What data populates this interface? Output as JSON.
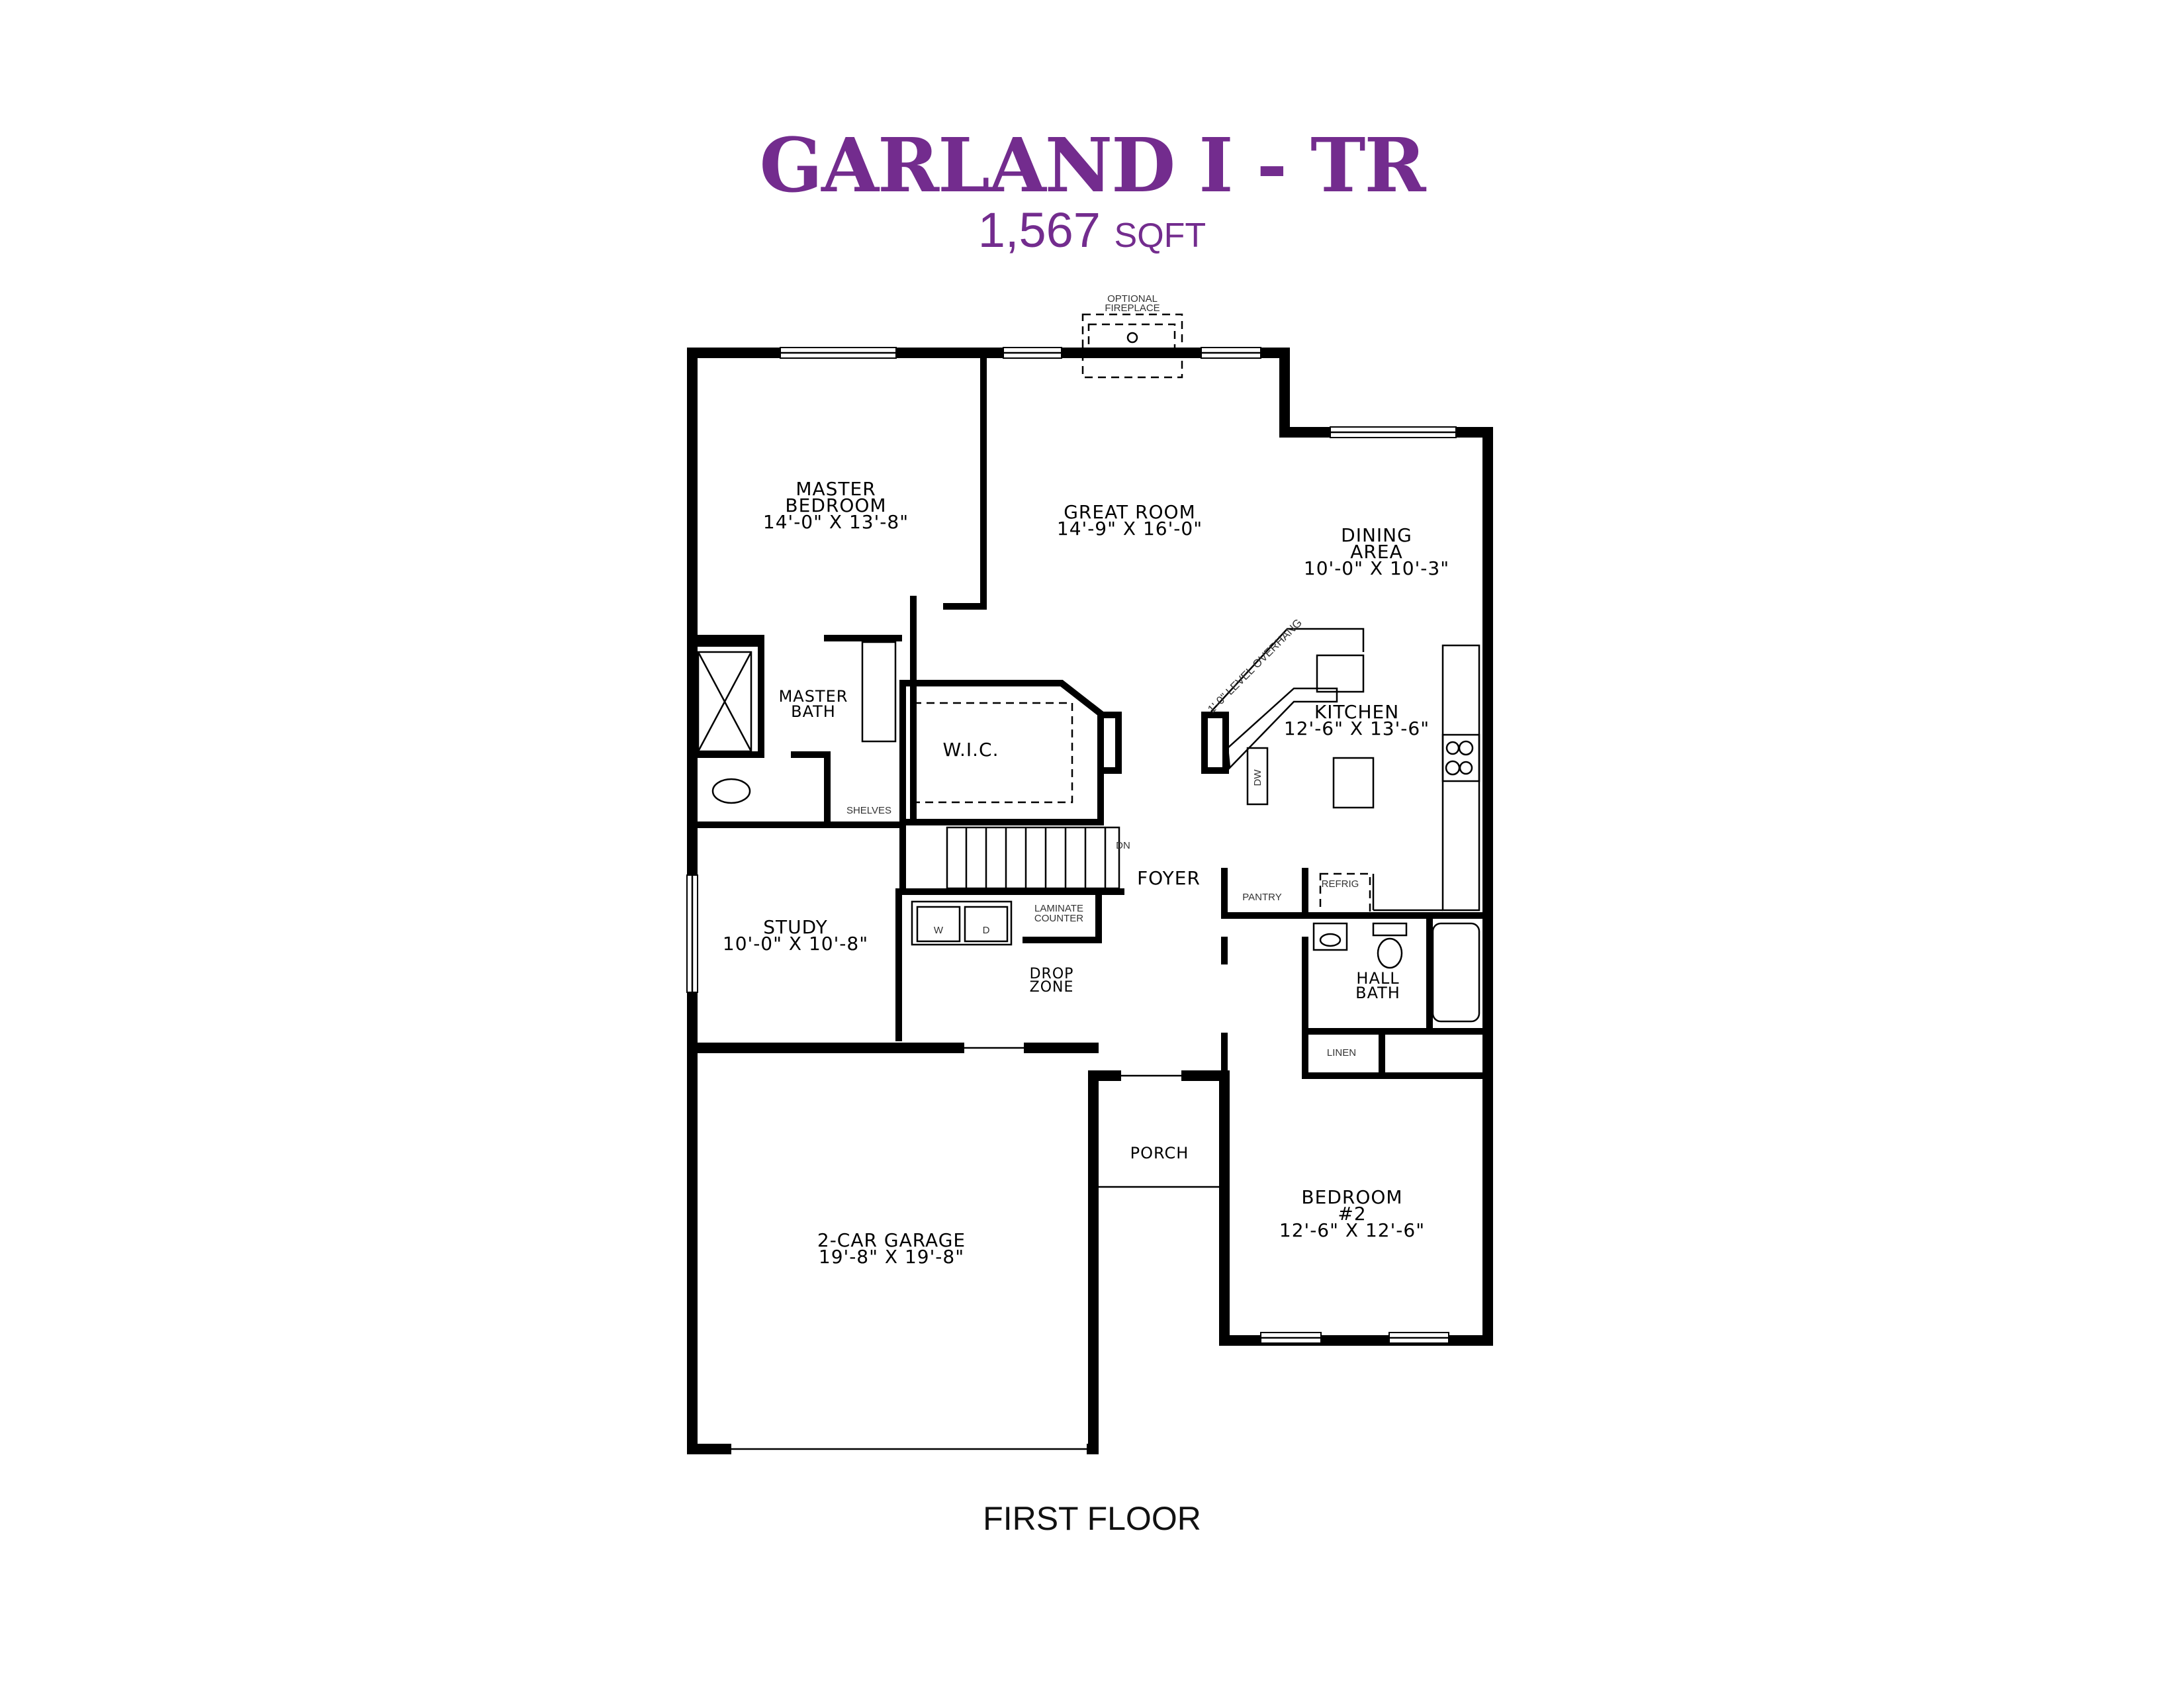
{
  "header": {
    "title": "GARLAND I - TR",
    "sqft_value": "1,567",
    "sqft_unit": "SQFT"
  },
  "footer": {
    "floor_label": "FIRST FLOOR"
  },
  "colors": {
    "title": "#732c8e",
    "walls": "#000000"
  },
  "rooms": {
    "master_bedroom": {
      "name1": "MASTER",
      "name2": "BEDROOM",
      "dims": "14'-0\" X 13'-8\""
    },
    "great_room": {
      "name": "GREAT ROOM",
      "dims": "14'-9\" X 16'-0\""
    },
    "dining": {
      "name1": "DINING",
      "name2": "AREA",
      "dims": "10'-0\" X 10'-3\""
    },
    "master_bath": {
      "name1": "MASTER",
      "name2": "BATH"
    },
    "wic": {
      "name": "W.I.C."
    },
    "kitchen": {
      "name": "KITCHEN",
      "dims": "12'-6\" X 13'-6\""
    },
    "foyer": {
      "name": "FOYER"
    },
    "study": {
      "name": "STUDY",
      "dims": "10'-0\" X 10'-8\""
    },
    "drop_zone": {
      "name1": "DROP",
      "name2": "ZONE"
    },
    "hall_bath": {
      "name1": "HALL",
      "name2": "BATH"
    },
    "porch": {
      "name": "PORCH"
    },
    "bedroom2": {
      "name1": "BEDROOM",
      "name2": "#2",
      "dims": "12'-6\" X 12'-6\""
    },
    "garage": {
      "name": "2-CAR GARAGE",
      "dims": "19'-8\" X 19'-8\""
    }
  },
  "fixtures": {
    "fireplace1": "OPTIONAL",
    "fireplace2": "FIREPLACE",
    "overhang": "1'-0\" LEVEL OVERHANG",
    "shelves": "SHELVES",
    "dw": "DW",
    "pantry": "PANTRY",
    "refrig": "REFRIG",
    "laminate1": "LAMINATE",
    "laminate2": "COUNTER",
    "washer": "W",
    "dryer": "D",
    "linen": "LINEN",
    "stairs_dn": "DN"
  }
}
